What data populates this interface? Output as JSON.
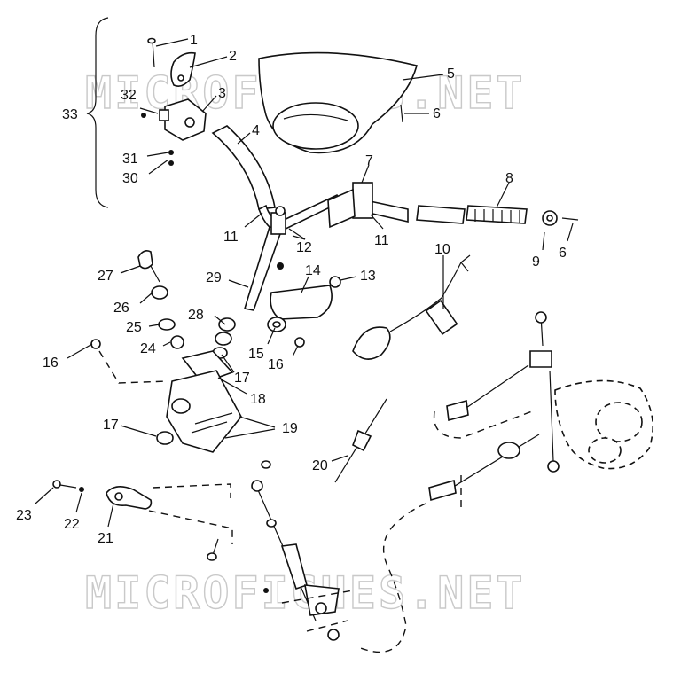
{
  "watermark": {
    "text": "MICROFICHES.NET"
  },
  "callouts": [
    {
      "id": "1",
      "label": "1"
    },
    {
      "id": "2",
      "label": "2"
    },
    {
      "id": "3",
      "label": "3"
    },
    {
      "id": "4",
      "label": "4"
    },
    {
      "id": "5",
      "label": "5"
    },
    {
      "id": "6a",
      "label": "6"
    },
    {
      "id": "6b",
      "label": "6"
    },
    {
      "id": "7",
      "label": "7"
    },
    {
      "id": "8",
      "label": "8"
    },
    {
      "id": "9",
      "label": "9"
    },
    {
      "id": "10",
      "label": "10"
    },
    {
      "id": "11a",
      "label": "11"
    },
    {
      "id": "11b",
      "label": "11"
    },
    {
      "id": "12",
      "label": "12"
    },
    {
      "id": "13",
      "label": "13"
    },
    {
      "id": "14",
      "label": "14"
    },
    {
      "id": "15",
      "label": "15"
    },
    {
      "id": "16a",
      "label": "16"
    },
    {
      "id": "16b",
      "label": "16"
    },
    {
      "id": "17a",
      "label": "17"
    },
    {
      "id": "17b",
      "label": "17"
    },
    {
      "id": "18",
      "label": "18"
    },
    {
      "id": "19",
      "label": "19"
    },
    {
      "id": "20",
      "label": "20"
    },
    {
      "id": "21",
      "label": "21"
    },
    {
      "id": "22",
      "label": "22"
    },
    {
      "id": "23",
      "label": "23"
    },
    {
      "id": "24",
      "label": "24"
    },
    {
      "id": "25",
      "label": "25"
    },
    {
      "id": "26",
      "label": "26"
    },
    {
      "id": "27",
      "label": "27"
    },
    {
      "id": "28",
      "label": "28"
    },
    {
      "id": "29",
      "label": "29"
    },
    {
      "id": "30",
      "label": "30"
    },
    {
      "id": "31",
      "label": "31"
    },
    {
      "id": "32",
      "label": "32"
    },
    {
      "id": "33",
      "label": "33"
    }
  ]
}
